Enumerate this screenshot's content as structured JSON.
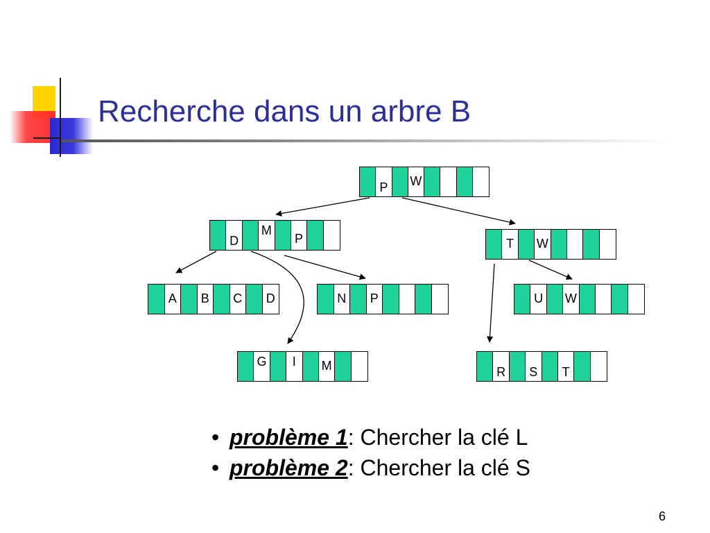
{
  "slide": {
    "title": "Recherche dans un arbre B",
    "page_number": "6",
    "colors": {
      "title": "#2b2f9c",
      "pointer_cell": "#1fd19b",
      "key_cell": "#ffffff"
    }
  },
  "tree": {
    "nodes": [
      {
        "id": "root",
        "keys": [
          "P",
          "W",
          "",
          ""
        ]
      },
      {
        "id": "dmp",
        "keys": [
          "D",
          "M",
          "P",
          ""
        ]
      },
      {
        "id": "tw",
        "keys": [
          "T",
          "W",
          "",
          ""
        ]
      },
      {
        "id": "abcd",
        "keys": [
          "A",
          "B",
          "C",
          "D"
        ]
      },
      {
        "id": "np",
        "keys": [
          "N",
          "P",
          "",
          ""
        ]
      },
      {
        "id": "uw",
        "keys": [
          "U",
          "W",
          "",
          ""
        ]
      },
      {
        "id": "gim",
        "keys": [
          "G",
          "I",
          "M",
          ""
        ]
      },
      {
        "id": "rst",
        "keys": [
          "R",
          "S",
          "T",
          ""
        ]
      }
    ],
    "edges": [
      {
        "from": "root",
        "to": "dmp"
      },
      {
        "from": "root",
        "to": "tw"
      },
      {
        "from": "dmp",
        "to": "abcd"
      },
      {
        "from": "dmp",
        "to": "gim"
      },
      {
        "from": "dmp",
        "to": "np"
      },
      {
        "from": "tw",
        "to": "rst"
      },
      {
        "from": "tw",
        "to": "uw"
      }
    ]
  },
  "bullets": [
    {
      "label": "problème 1",
      "text": ": Chercher la clé L"
    },
    {
      "label": "problème 2",
      "text": ": Chercher la clé S"
    }
  ]
}
